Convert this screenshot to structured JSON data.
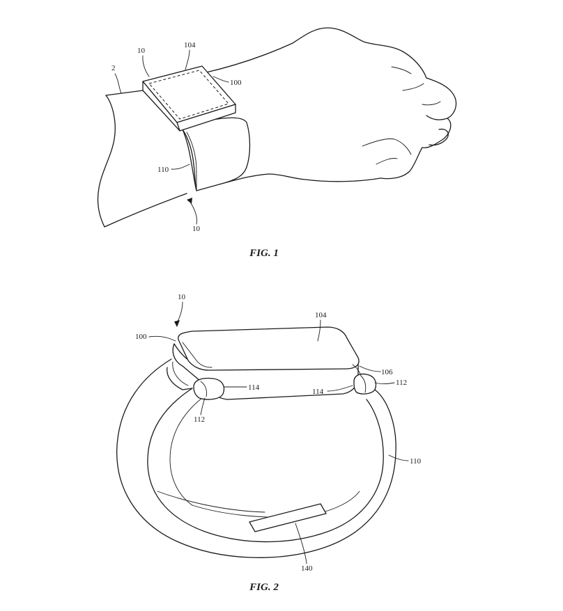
{
  "figures": [
    {
      "caption": "FIG. 1",
      "refs": {
        "arm": "2",
        "device_top": "10",
        "device_bottom": "10",
        "housing": "100",
        "display": "104",
        "band": "110"
      }
    },
    {
      "caption": "FIG. 2",
      "refs": {
        "device": "10",
        "housing": "100",
        "display": "104",
        "recess": "106",
        "band": "110",
        "lug_left": "112",
        "lug_right": "112",
        "channel_left": "114",
        "channel_right": "114",
        "component": "140"
      }
    }
  ]
}
